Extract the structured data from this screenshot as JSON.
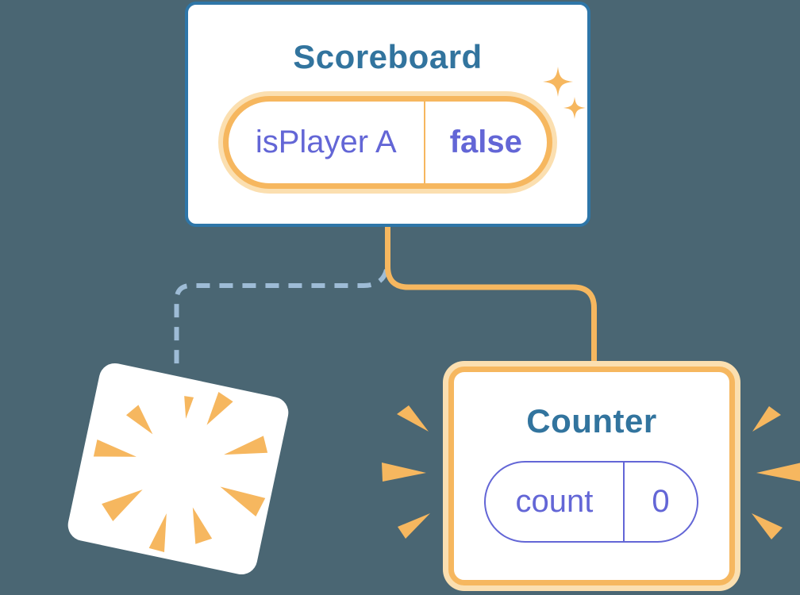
{
  "diagram_title": "component state preservation diagram",
  "background_color": "#4A6673",
  "colors": {
    "accent_orange": "#F6B75F",
    "accent_orange_glow": "#FBDFB0",
    "card_border_blue": "#2E76A8",
    "title_text": "#32749E",
    "state_purple": "#6366D6",
    "dashed_line": "#9EBCD6",
    "card_background": "#FFFFFF"
  },
  "scoreboard_card": {
    "title": "Scoreboard",
    "state_pill": {
      "key": "isPlayer A",
      "value": "false"
    }
  },
  "counter_card": {
    "title": "Counter",
    "state_pill": {
      "key": "count",
      "value": "0"
    }
  },
  "icons": {
    "sparkles": "sparkles-icon",
    "poof_burst": "poof-burst-icon",
    "emphasis_left": "emphasis-rays-left-icon",
    "emphasis_right": "emphasis-rays-right-icon"
  }
}
